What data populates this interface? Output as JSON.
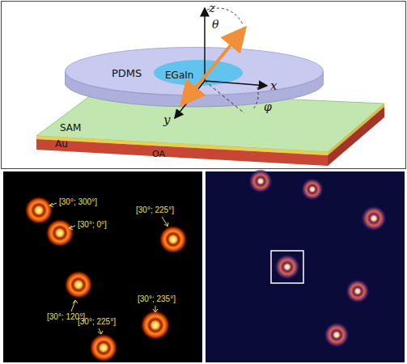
{
  "diagram": {
    "nodes": [
      {
        "text": [
          "PDMS"
        ]
      },
      {
        "text": [
          "EGaIn"
        ],
        "in": 0
      },
      {
        "text": [
          "SAM"
        ]
      },
      {
        "text": [
          "Au"
        ]
      },
      {
        "text": [
          "OA"
        ]
      }
    ],
    "labels": [
      "z",
      "θ",
      "x",
      "y",
      "φ",
      "[30°; 300°]",
      "[30°; 0°]",
      "[30°; 225°]",
      "[30°; 120°]",
      "[30°; 235°]",
      "[30°; 225°]"
    ]
  }
}
